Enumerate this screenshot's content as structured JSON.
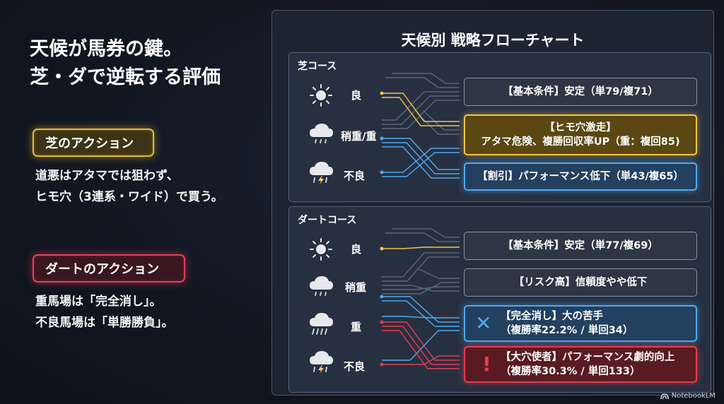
{
  "headline": {
    "line1": "天候が馬券の鍵。",
    "line2": "芝・ダで逆転する評価"
  },
  "turf_action": {
    "label": "芝のアクション",
    "line1": "道悪はアタマでは狙わず、",
    "line2": "ヒモ穴（3連系・ワイド）で買う。"
  },
  "dirt_action": {
    "label": "ダートのアクション",
    "line1": "重馬場は「完全消し」。",
    "line2": "不良馬場は「単勝勝負」。"
  },
  "panel": {
    "title": "天候別 戦略フローチャート"
  },
  "turf": {
    "title": "芝コース",
    "conditions": [
      {
        "icon": "sun-icon",
        "label": "良"
      },
      {
        "icon": "cloud-rain-icon",
        "label": "稍重/重"
      },
      {
        "icon": "cloud-storm-icon",
        "label": "不良"
      }
    ],
    "outcomes": [
      {
        "line1": "【基本条件】安定（単79/複71）",
        "line2": ""
      },
      {
        "line1": "【ヒモ穴激走】",
        "line2": "アタマ危険、複勝回収率UP（重：複回85)"
      },
      {
        "line1": "【割引】パフォーマンス低下（単43/複65）",
        "line2": ""
      }
    ]
  },
  "dirt": {
    "title": "ダートコース",
    "conditions": [
      {
        "icon": "sun-icon",
        "label": "良"
      },
      {
        "icon": "cloud-rain-icon",
        "label": "稍重"
      },
      {
        "icon": "cloud-heavy-rain-icon",
        "label": "重"
      },
      {
        "icon": "cloud-storm-icon",
        "label": "不良"
      }
    ],
    "outcomes": [
      {
        "line1": "【基本条件】安定（単77/複69）",
        "line2": ""
      },
      {
        "line1": "【リスク高】信頼度やや低下",
        "line2": ""
      },
      {
        "mark": "✕",
        "line1": "【完全消し】大の苦手",
        "line2": "（複勝率22.2% / 単回34）"
      },
      {
        "mark": "!",
        "line1": "【大穴使者】パフォーマンス劇的向上",
        "line2": "（複勝率30.3% / 単回133）"
      }
    ]
  },
  "colors": {
    "gold": "#f2c542",
    "blue": "#4ea9f0",
    "red": "#e83c50",
    "grey": "#8a93a3"
  },
  "footer": {
    "brand": "NotebookLM"
  }
}
